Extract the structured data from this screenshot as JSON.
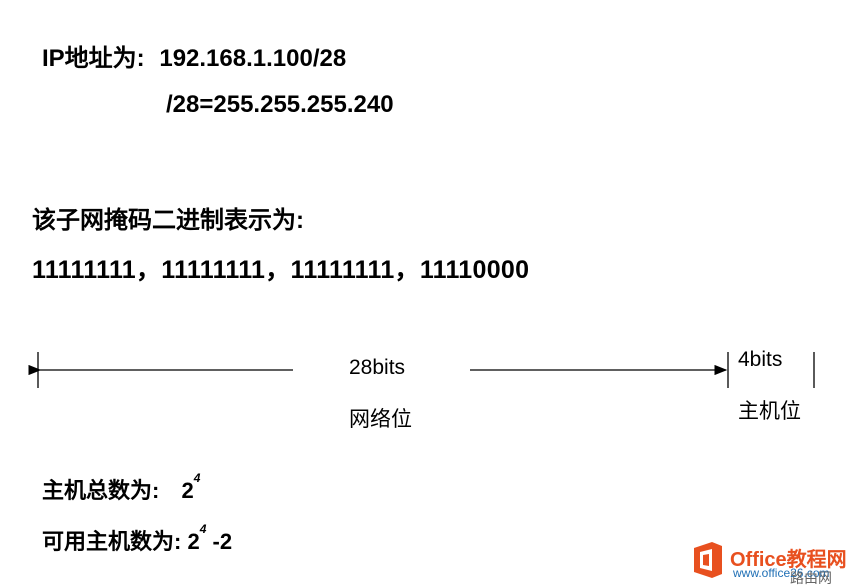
{
  "ip_line": {
    "label": "IP地址为:",
    "value": "192.168.1.100/28"
  },
  "mask_line": "/28=255.255.255.240",
  "binary_heading": "该子网掩码二进制表示为:",
  "binary_value": "11111111，11111111，11111111，11110000",
  "network_span": {
    "bits": "28bits",
    "label": "网络位"
  },
  "host_span": {
    "bits": "4bits",
    "label": "主机位"
  },
  "total_hosts": {
    "label": "主机总数为:",
    "base": "2",
    "exp": "4"
  },
  "usable_hosts": {
    "label": "可用主机数为:",
    "base": "2",
    "exp": "4",
    "suffix": "-2"
  },
  "watermark": {
    "brand": "Office教程网",
    "url": "www.office26.com",
    "corner": "路由网"
  },
  "colors": {
    "text": "#000000",
    "brand_orange": "#e8501f",
    "brand_blue": "#1f6fb5"
  }
}
